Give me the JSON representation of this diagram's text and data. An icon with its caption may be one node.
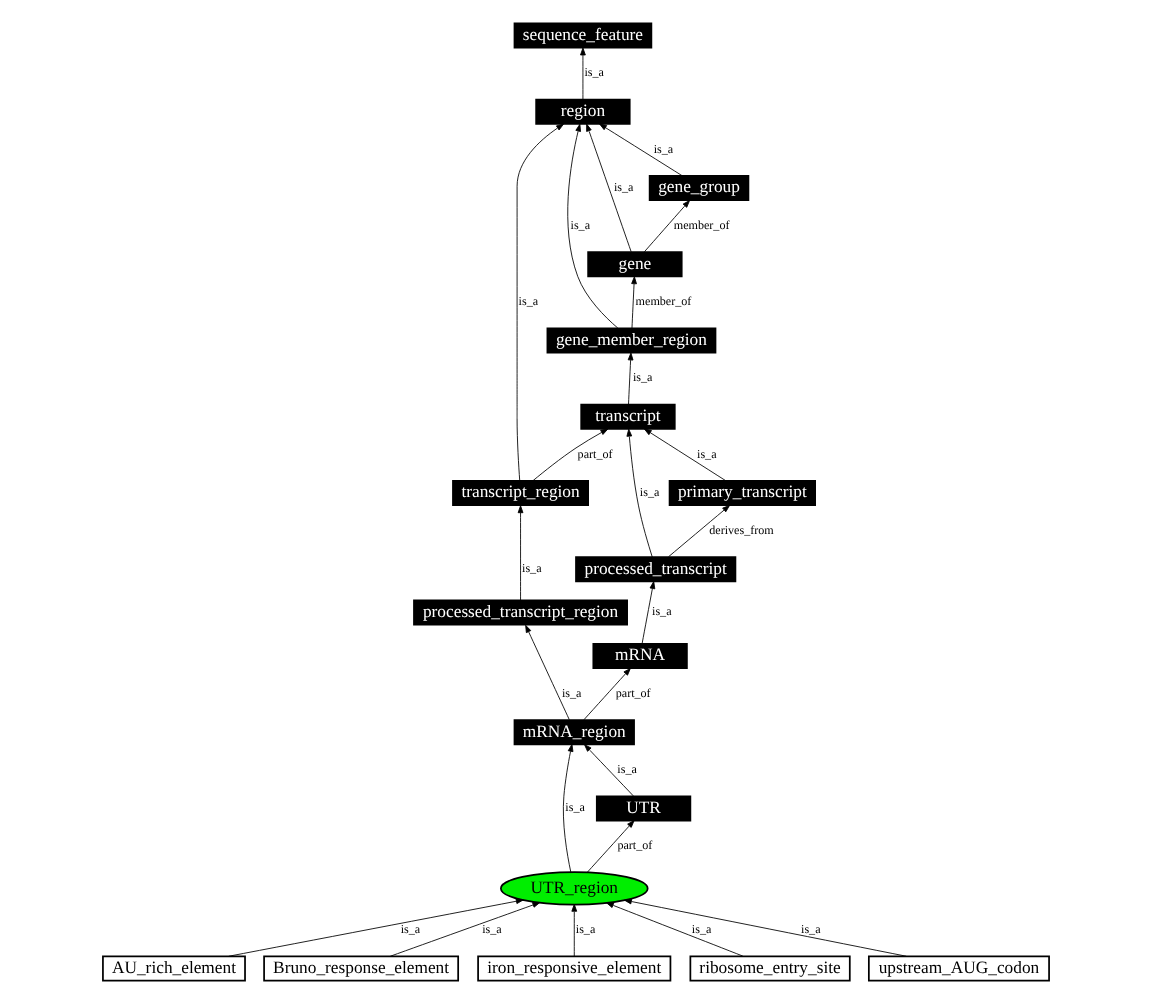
{
  "diagram": {
    "nodes": [
      {
        "text": [
          "sequence_feature"
        ]
      },
      {
        "text": [
          "region"
        ]
      },
      {
        "text": [
          "gene_group"
        ]
      },
      {
        "text": [
          "gene"
        ]
      },
      {
        "text": [
          "gene_member_region"
        ]
      },
      {
        "text": [
          "transcript"
        ]
      },
      {
        "text": [
          "primary_transcript"
        ]
      },
      {
        "text": [
          "transcript_region"
        ]
      },
      {
        "text": [
          "processed_transcript"
        ]
      },
      {
        "text": [
          "processed_transcript_region"
        ]
      },
      {
        "text": [
          "mRNA"
        ]
      },
      {
        "text": [
          "mRNA_region"
        ]
      },
      {
        "text": [
          "UTR"
        ]
      },
      {
        "text": [
          "UTR_region"
        ]
      },
      {
        "text": [
          "AU_rich_element"
        ]
      },
      {
        "text": [
          "Bruno_response_element"
        ]
      },
      {
        "text": [
          "iron_responsive_element"
        ]
      },
      {
        "text": [
          "ribosome_entry_site"
        ]
      },
      {
        "text": [
          "upstream_AUG_codon"
        ]
      }
    ],
    "edges": [
      {
        "from": 1,
        "to": 0,
        "arrow": "to",
        "label": "is_a"
      },
      {
        "from": 2,
        "to": 1,
        "arrow": "to",
        "label": "is_a"
      },
      {
        "from": 3,
        "to": 1,
        "arrow": "to",
        "label": "is_a"
      },
      {
        "from": 3,
        "to": 2,
        "arrow": "to",
        "label": "member_of"
      },
      {
        "from": 4,
        "to": 1,
        "arrow": "to",
        "label": "is_a"
      },
      {
        "from": 4,
        "to": 3,
        "arrow": "to",
        "label": "member_of"
      },
      {
        "from": 5,
        "to": 4,
        "arrow": "to",
        "label": "is_a"
      },
      {
        "from": 6,
        "to": 5,
        "arrow": "to",
        "label": "is_a"
      },
      {
        "from": 7,
        "to": 5,
        "arrow": "to",
        "label": "part_of"
      },
      {
        "from": 7,
        "to": 1,
        "arrow": "to",
        "label": "is_a"
      },
      {
        "from": 8,
        "to": 6,
        "arrow": "to",
        "label": "derives_from"
      },
      {
        "from": 8,
        "to": 5,
        "arrow": "to",
        "label": "is_a"
      },
      {
        "from": 9,
        "to": 7,
        "arrow": "to",
        "label": "is_a"
      },
      {
        "from": 10,
        "to": 8,
        "arrow": "to",
        "label": "is_a"
      },
      {
        "from": 11,
        "to": 10,
        "arrow": "to",
        "label": "part_of"
      },
      {
        "from": 11,
        "to": 9,
        "arrow": "to",
        "label": "is_a"
      },
      {
        "from": 12,
        "to": 11,
        "arrow": "to",
        "label": "is_a"
      },
      {
        "from": 13,
        "to": 12,
        "arrow": "to",
        "label": "part_of"
      },
      {
        "from": 13,
        "to": 11,
        "arrow": "to",
        "label": "is_a"
      },
      {
        "from": 14,
        "to": 13,
        "arrow": "to",
        "label": "is_a"
      },
      {
        "from": 15,
        "to": 13,
        "arrow": "to",
        "label": "is_a"
      },
      {
        "from": 16,
        "to": 13,
        "arrow": "to",
        "label": "is_a"
      },
      {
        "from": 17,
        "to": 13,
        "arrow": "to",
        "label": "is_a"
      },
      {
        "from": 18,
        "to": 13,
        "arrow": "to",
        "label": "is_a"
      }
    ]
  }
}
